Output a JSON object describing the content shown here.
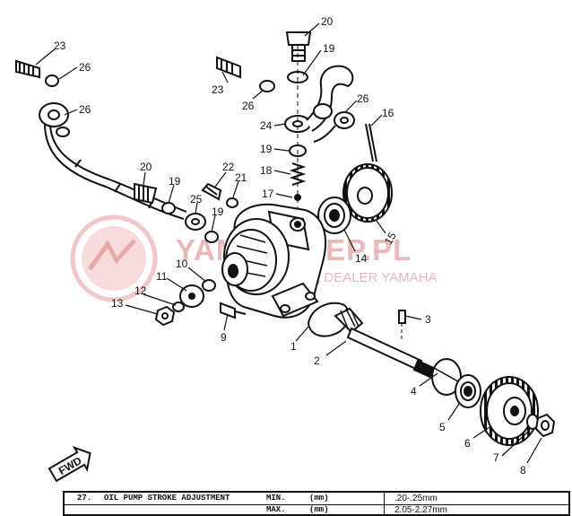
{
  "watermark": {
    "brand": "YAMASKLEP.PL",
    "tagline": "Z | DEALER YAMAHA"
  },
  "fwd_label": "FWD",
  "callouts": [
    "20",
    "19",
    "23",
    "26",
    "26",
    "23",
    "26",
    "26",
    "24",
    "16",
    "19",
    "18",
    "17",
    "20",
    "19",
    "22",
    "21",
    "25",
    "19",
    "15",
    "14",
    "10",
    "11",
    "12",
    "13",
    "9",
    "1",
    "3",
    "2",
    "4",
    "5",
    "6",
    "7",
    "8"
  ],
  "spec_table": {
    "row1": {
      "num": "27.",
      "item": "OIL PUMP STROKE ADJUSTMENT",
      "limit": "MIN.",
      "unit": "(mm)",
      "value": ".20-.25mm"
    },
    "row2": {
      "limit": "MAX.",
      "unit": "(mm)",
      "value": "2.05-2.27mm"
    }
  }
}
